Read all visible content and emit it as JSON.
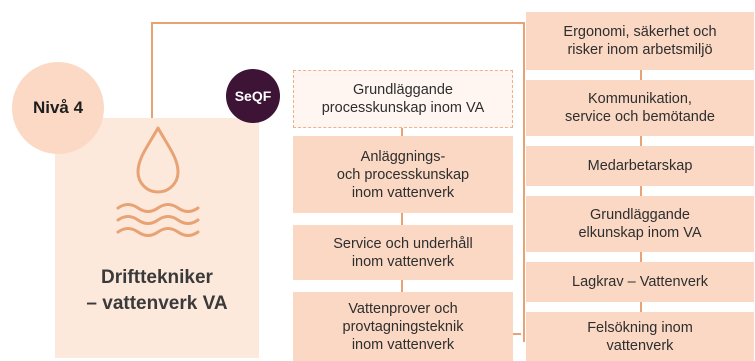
{
  "level": {
    "label": "Nivå 4"
  },
  "badge": {
    "label": "SeQF"
  },
  "card": {
    "title_line1": "Drifttekniker",
    "title_line2": "– vattenverk VA"
  },
  "left_column": [
    "Grundläggande\nprocesskunskap inom VA",
    "Anläggnings-\noch processkunskap\ninom vattenverk",
    "Service och underhåll\ninom vattenverk",
    "Vattenprover och\nprovtagningsteknik\ninom vattenverk"
  ],
  "right_column": [
    "Ergonomi, säkerhet och\nrisker inom arbetsmiljö",
    "Kommunikation,\nservice och bemötande",
    "Medarbetarskap",
    "Grundläggande\nelkunskap inom VA",
    "Lagkrav – Vattenverk",
    "Felsökning inom\nvattenverk"
  ],
  "colors": {
    "accent_line": "#e8a374",
    "box": "#fad8c4",
    "card": "#fde8dc",
    "badge": "#3d1336"
  }
}
